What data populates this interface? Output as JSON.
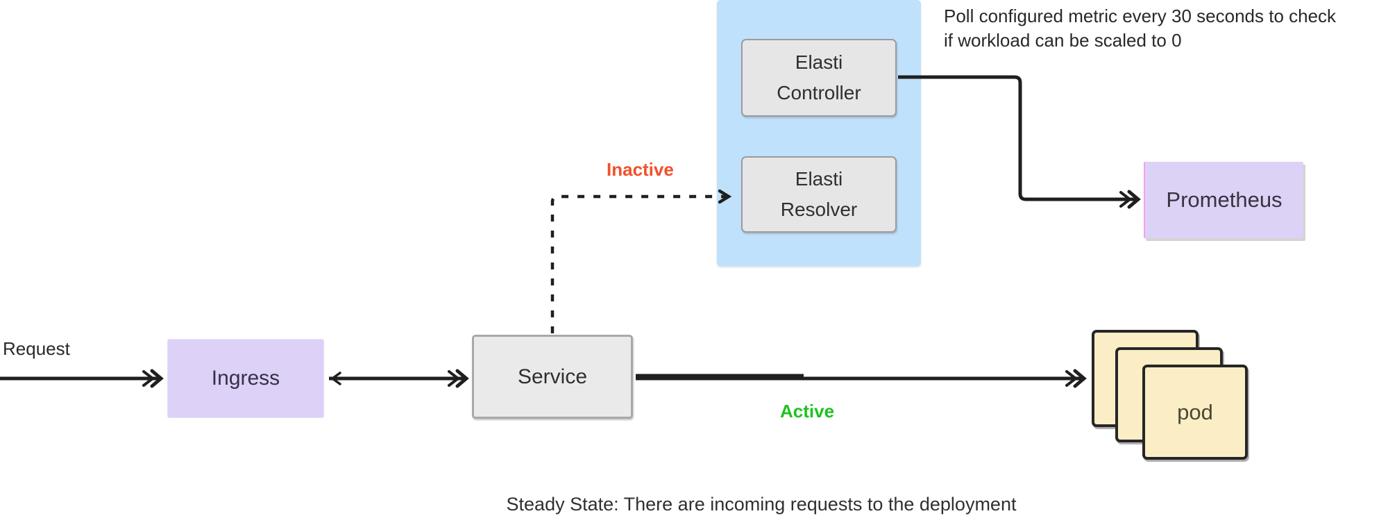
{
  "diagram": {
    "annotation_top": {
      "line1": "Poll configured metric every 30 seconds to check",
      "line2": "if workload can be scaled to 0"
    },
    "caption": "Steady State: There are incoming requests to the deployment",
    "nodes": {
      "elasti_controller": {
        "label": "Elasti Controller"
      },
      "elasti_resolver": {
        "label": "Elasti Resolver"
      },
      "prometheus": {
        "label": "Prometheus"
      },
      "ingress": {
        "label": "Ingress"
      },
      "service": {
        "label": "Service"
      },
      "pod": {
        "label": "pod"
      }
    },
    "edge_labels": {
      "request": "Request",
      "inactive": "Inactive",
      "active": "Active"
    },
    "colors": {
      "group_fill": "#bfe1fc",
      "node_gray_fill": "#e6e6e6",
      "node_gray_border": "#9c9c9c",
      "ingress_fill": "#ddd1f8",
      "prometheus_fill": "#dcd2f6",
      "prometheus_edge": "#fa9df0",
      "pod_fill": "#fbeec6",
      "pod_border": "#262626",
      "arrow": "#1f1f1f",
      "inactive_label": "#f0512b",
      "active_label": "#1dc121",
      "background": "#ffffff"
    }
  }
}
